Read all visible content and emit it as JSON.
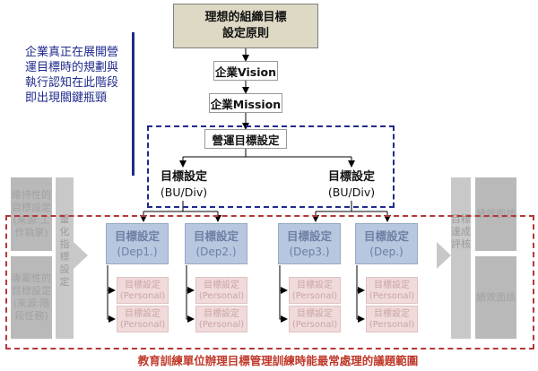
{
  "title_box": {
    "line1": "理想的組織目標",
    "line2": "設定原則"
  },
  "vision": "企業Vision",
  "mission": "企業Mission",
  "operations": "營運目標設定",
  "bu_left": {
    "title": "目標設定",
    "sub": "(BU/Div)"
  },
  "bu_right": {
    "title": "目標設定",
    "sub": "(BU/Div)"
  },
  "note": "企業真正在展開營運目標時的規劃與執行認知在此階段即出現關鍵瓶頸",
  "left_top": "維持性的目標設定(來源:工作執掌)",
  "left_bottom": "專案性的目標設定(來源:階段任務)",
  "left_col": "量化指標設定",
  "right_col": "目標達成評核",
  "right_top": "績效面談",
  "right_bottom": "績效面談",
  "deps": [
    {
      "title": "目標設定",
      "sub": "(Dep1.)"
    },
    {
      "title": "目標設定",
      "sub": "(Dep2.)"
    },
    {
      "title": "目標設定",
      "sub": "(Dep3.)"
    },
    {
      "title": "目標設定",
      "sub": "(Dep.)"
    }
  ],
  "personal": {
    "title": "目標設定",
    "sub": "(Personal)"
  },
  "caption": "教育訓練單位辦理目標管理訓練時能最常處理的議題範圍",
  "colors": {
    "blue_dash": "#1f2a8c",
    "red_dash": "#b53838",
    "dep_fill": "#b7c7df",
    "personal_fill": "#f0dada",
    "title_fill": "#ddd9c4"
  }
}
